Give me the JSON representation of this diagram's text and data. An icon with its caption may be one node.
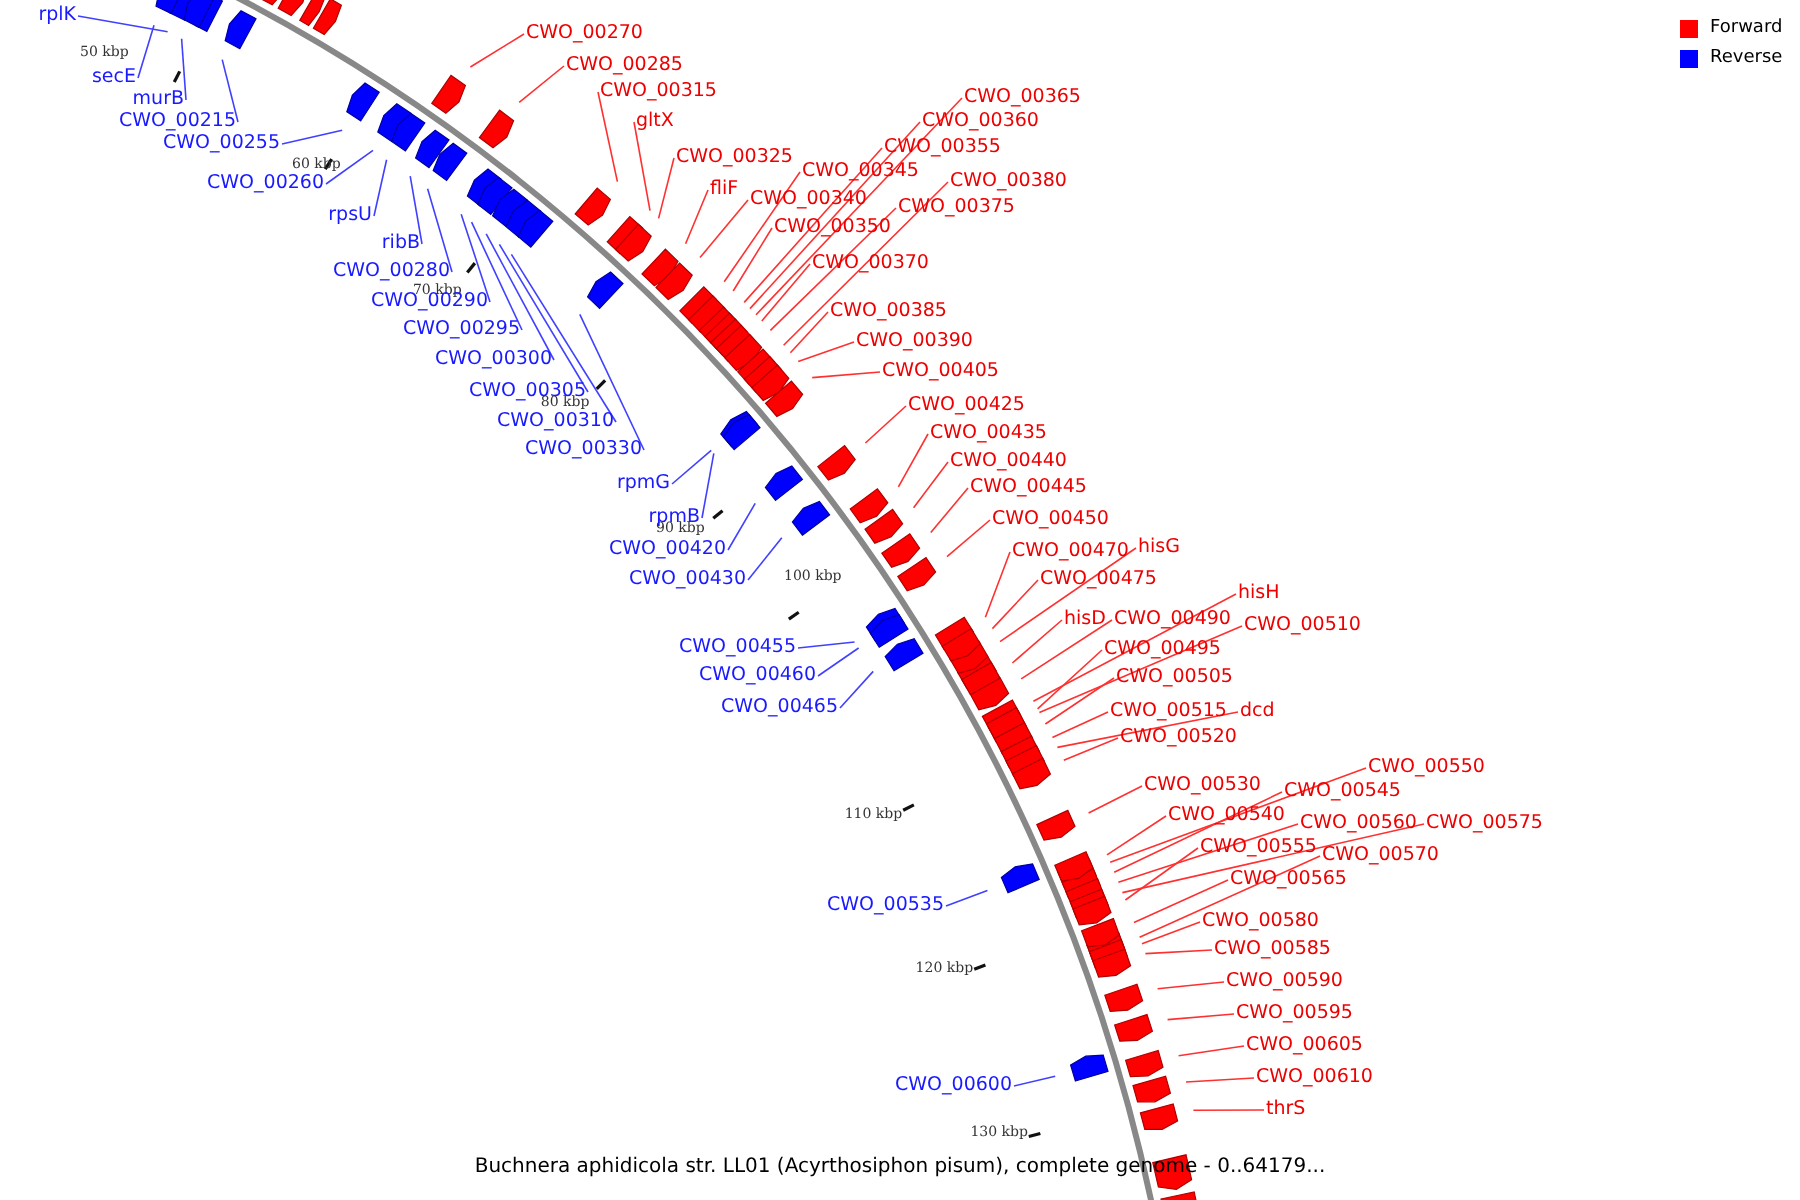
{
  "diagram": {
    "caption": "Buchnera aphidicola str. LL01 (Acyrthosiphon pisum), complete genome - 0..64179...",
    "nodes": [
      {
        "text": [
          "rplK"
        ]
      },
      {
        "text": [
          "secE"
        ]
      },
      {
        "text": [
          "murB"
        ]
      },
      {
        "text": [
          "CWO_00215"
        ]
      },
      {
        "text": [
          "CWO_00255"
        ]
      },
      {
        "text": [
          "CWO_00260"
        ]
      },
      {
        "text": [
          "rpsU"
        ]
      },
      {
        "text": [
          "ribB"
        ]
      },
      {
        "text": [
          "CWO_00280"
        ]
      },
      {
        "text": [
          "CWO_00290"
        ]
      },
      {
        "text": [
          "CWO_00295"
        ]
      },
      {
        "text": [
          "CWO_00300"
        ]
      },
      {
        "text": [
          "CWO_00305"
        ]
      },
      {
        "text": [
          "CWO_00310"
        ]
      },
      {
        "text": [
          "CWO_00330"
        ]
      },
      {
        "text": [
          "rpmG"
        ]
      },
      {
        "text": [
          "rpmB"
        ]
      },
      {
        "text": [
          "CWO_00420"
        ]
      },
      {
        "text": [
          "CWO_00430"
        ]
      },
      {
        "text": [
          "CWO_00455"
        ]
      },
      {
        "text": [
          "CWO_00460"
        ]
      },
      {
        "text": [
          "CWO_00465"
        ]
      },
      {
        "text": [
          "CWO_00535"
        ]
      },
      {
        "text": [
          "CWO_00600"
        ]
      },
      {
        "text": [
          "CWO_00270"
        ]
      },
      {
        "text": [
          "CWO_00285"
        ]
      },
      {
        "text": [
          "CWO_00315"
        ]
      },
      {
        "text": [
          "gltX"
        ]
      },
      {
        "text": [
          "CWO_00325"
        ]
      },
      {
        "text": [
          "fliF"
        ]
      },
      {
        "text": [
          "CWO_00340"
        ]
      },
      {
        "text": [
          "CWO_00345"
        ]
      },
      {
        "text": [
          "CWO_00350"
        ]
      },
      {
        "text": [
          "CWO_00355"
        ]
      },
      {
        "text": [
          "CWO_00360"
        ]
      },
      {
        "text": [
          "CWO_00365"
        ]
      },
      {
        "text": [
          "CWO_00370"
        ]
      },
      {
        "text": [
          "CWO_00375"
        ]
      },
      {
        "text": [
          "CWO_00380"
        ]
      },
      {
        "text": [
          "CWO_00385"
        ]
      },
      {
        "text": [
          "CWO_00390"
        ]
      },
      {
        "text": [
          "CWO_00405"
        ]
      },
      {
        "text": [
          "CWO_00425"
        ]
      },
      {
        "text": [
          "CWO_00435"
        ]
      },
      {
        "text": [
          "CWO_00440"
        ]
      },
      {
        "text": [
          "CWO_00445"
        ]
      },
      {
        "text": [
          "CWO_00450"
        ]
      },
      {
        "text": [
          "CWO_00470"
        ]
      },
      {
        "text": [
          "hisG"
        ]
      },
      {
        "text": [
          "CWO_00475"
        ]
      },
      {
        "text": [
          "hisD"
        ]
      },
      {
        "text": [
          "CWO_00490"
        ]
      },
      {
        "text": [
          "hisH"
        ]
      },
      {
        "text": [
          "CWO_00510"
        ]
      },
      {
        "text": [
          "CWO_00495"
        ]
      },
      {
        "text": [
          "CWO_00505"
        ]
      },
      {
        "text": [
          "CWO_00515"
        ]
      },
      {
        "text": [
          "dcd"
        ]
      },
      {
        "text": [
          "CWO_00520"
        ]
      },
      {
        "text": [
          "CWO_00530"
        ]
      },
      {
        "text": [
          "CWO_00550"
        ]
      },
      {
        "text": [
          "CWO_00545"
        ]
      },
      {
        "text": [
          "CWO_00540"
        ]
      },
      {
        "text": [
          "CWO_00560"
        ]
      },
      {
        "text": [
          "CWO_00575"
        ]
      },
      {
        "text": [
          "CWO_00555"
        ]
      },
      {
        "text": [
          "CWO_00570"
        ]
      },
      {
        "text": [
          "CWO_00565"
        ]
      },
      {
        "text": [
          "CWO_00580"
        ]
      },
      {
        "text": [
          "CWO_00585"
        ]
      },
      {
        "text": [
          "CWO_00590"
        ]
      },
      {
        "text": [
          "CWO_00595"
        ]
      },
      {
        "text": [
          "CWO_00605"
        ]
      },
      {
        "text": [
          "CWO_00610"
        ]
      },
      {
        "text": [
          "thrS"
        ]
      }
    ],
    "edges": [
      {
        "from": 0,
        "to": null,
        "arrow": "none",
        "color": "#4040ff"
      },
      {
        "from": 1,
        "to": null,
        "arrow": "none",
        "color": "#4040ff"
      },
      {
        "from": 2,
        "to": null,
        "arrow": "none",
        "color": "#4040ff"
      },
      {
        "from": 3,
        "to": null,
        "arrow": "none",
        "color": "#4040ff"
      },
      {
        "from": 4,
        "to": null,
        "arrow": "none",
        "color": "#4040ff"
      },
      {
        "from": 5,
        "to": null,
        "arrow": "none",
        "color": "#4040ff"
      },
      {
        "from": 6,
        "to": null,
        "arrow": "none",
        "color": "#4040ff"
      },
      {
        "from": 7,
        "to": null,
        "arrow": "none",
        "color": "#4040ff"
      },
      {
        "from": 8,
        "to": null,
        "arrow": "none",
        "color": "#4040ff"
      },
      {
        "from": 9,
        "to": null,
        "arrow": "none",
        "color": "#4040ff"
      },
      {
        "from": 10,
        "to": null,
        "arrow": "none",
        "color": "#4040ff"
      },
      {
        "from": 11,
        "to": null,
        "arrow": "none",
        "color": "#4040ff"
      },
      {
        "from": 12,
        "to": null,
        "arrow": "none",
        "color": "#4040ff"
      },
      {
        "from": 13,
        "to": null,
        "arrow": "none",
        "color": "#4040ff"
      },
      {
        "from": 14,
        "to": null,
        "arrow": "none",
        "color": "#4040ff"
      },
      {
        "from": 15,
        "to": null,
        "arrow": "none",
        "color": "#4040ff"
      },
      {
        "from": 16,
        "to": null,
        "arrow": "none",
        "color": "#4040ff"
      },
      {
        "from": 17,
        "to": null,
        "arrow": "none",
        "color": "#4040ff"
      },
      {
        "from": 18,
        "to": null,
        "arrow": "none",
        "color": "#4040ff"
      },
      {
        "from": 19,
        "to": null,
        "arrow": "none",
        "color": "#4040ff"
      },
      {
        "from": 20,
        "to": null,
        "arrow": "none",
        "color": "#4040ff"
      },
      {
        "from": 21,
        "to": null,
        "arrow": "none",
        "color": "#4040ff"
      },
      {
        "from": 22,
        "to": null,
        "arrow": "none",
        "color": "#4040ff"
      },
      {
        "from": 23,
        "to": null,
        "arrow": "none",
        "color": "#4040ff"
      },
      {
        "from": 24,
        "to": null,
        "arrow": "none"
      },
      {
        "from": 25,
        "to": null,
        "arrow": "none"
      },
      {
        "from": 26,
        "to": null,
        "arrow": "none"
      },
      {
        "from": 27,
        "to": null,
        "arrow": "none"
      },
      {
        "from": 28,
        "to": null,
        "arrow": "none"
      },
      {
        "from": 29,
        "to": null,
        "arrow": "none"
      },
      {
        "from": 30,
        "to": null,
        "arrow": "none"
      },
      {
        "from": 31,
        "to": null,
        "arrow": "none"
      },
      {
        "from": 32,
        "to": null,
        "arrow": "none"
      },
      {
        "from": 33,
        "to": null,
        "arrow": "none"
      },
      {
        "from": 34,
        "to": null,
        "arrow": "none"
      },
      {
        "from": 35,
        "to": null,
        "arrow": "none"
      },
      {
        "from": 36,
        "to": null,
        "arrow": "none"
      },
      {
        "from": 37,
        "to": null,
        "arrow": "none"
      },
      {
        "from": 38,
        "to": null,
        "arrow": "none"
      },
      {
        "from": 39,
        "to": null,
        "arrow": "none"
      },
      {
        "from": 40,
        "to": null,
        "arrow": "none"
      },
      {
        "from": 41,
        "to": null,
        "arrow": "none"
      },
      {
        "from": 42,
        "to": null,
        "arrow": "none"
      },
      {
        "from": 43,
        "to": null,
        "arrow": "none"
      },
      {
        "from": 44,
        "to": null,
        "arrow": "none"
      },
      {
        "from": 45,
        "to": null,
        "arrow": "none"
      },
      {
        "from": 46,
        "to": null,
        "arrow": "none"
      },
      {
        "from": 47,
        "to": null,
        "arrow": "none"
      },
      {
        "from": 48,
        "to": null,
        "arrow": "none"
      },
      {
        "from": 49,
        "to": null,
        "arrow": "none"
      },
      {
        "from": 50,
        "to": null,
        "arrow": "none"
      },
      {
        "from": 51,
        "to": null,
        "arrow": "none"
      },
      {
        "from": 52,
        "to": null,
        "arrow": "none"
      },
      {
        "from": 53,
        "to": null,
        "arrow": "none"
      },
      {
        "from": 54,
        "to": null,
        "arrow": "none"
      },
      {
        "from": 55,
        "to": null,
        "arrow": "none"
      },
      {
        "from": 56,
        "to": null,
        "arrow": "none"
      },
      {
        "from": 57,
        "to": null,
        "arrow": "none"
      },
      {
        "from": 58,
        "to": null,
        "arrow": "none"
      },
      {
        "from": 59,
        "to": null,
        "arrow": "none"
      },
      {
        "from": 60,
        "to": null,
        "arrow": "none"
      },
      {
        "from": 61,
        "to": null,
        "arrow": "none"
      },
      {
        "from": 62,
        "to": null,
        "arrow": "none"
      },
      {
        "from": 63,
        "to": null,
        "arrow": "none"
      },
      {
        "from": 64,
        "to": null,
        "arrow": "none"
      },
      {
        "from": 65,
        "to": null,
        "arrow": "none"
      },
      {
        "from": 66,
        "to": null,
        "arrow": "none"
      },
      {
        "from": 67,
        "to": null,
        "arrow": "none"
      },
      {
        "from": 68,
        "to": null,
        "arrow": "none"
      },
      {
        "from": 69,
        "to": null,
        "arrow": "none"
      },
      {
        "from": 70,
        "to": null,
        "arrow": "none"
      },
      {
        "from": 71,
        "to": null,
        "arrow": "none"
      },
      {
        "from": 72,
        "to": null,
        "arrow": "none"
      },
      {
        "from": 73,
        "to": null,
        "arrow": "none"
      },
      {
        "from": 74,
        "to": null,
        "arrow": "none"
      }
    ],
    "labels": [
      "50 kbp",
      "60 kbp",
      "70 kbp",
      "80 kbp",
      "90 kbp",
      "100 kbp",
      "110 kbp",
      "120 kbp",
      "130 kbp"
    ],
    "legend": [
      {
        "text": "Forward",
        "color": "#ff0000"
      },
      {
        "text": "Reverse",
        "color": "#0000ff"
      }
    ]
  }
}
